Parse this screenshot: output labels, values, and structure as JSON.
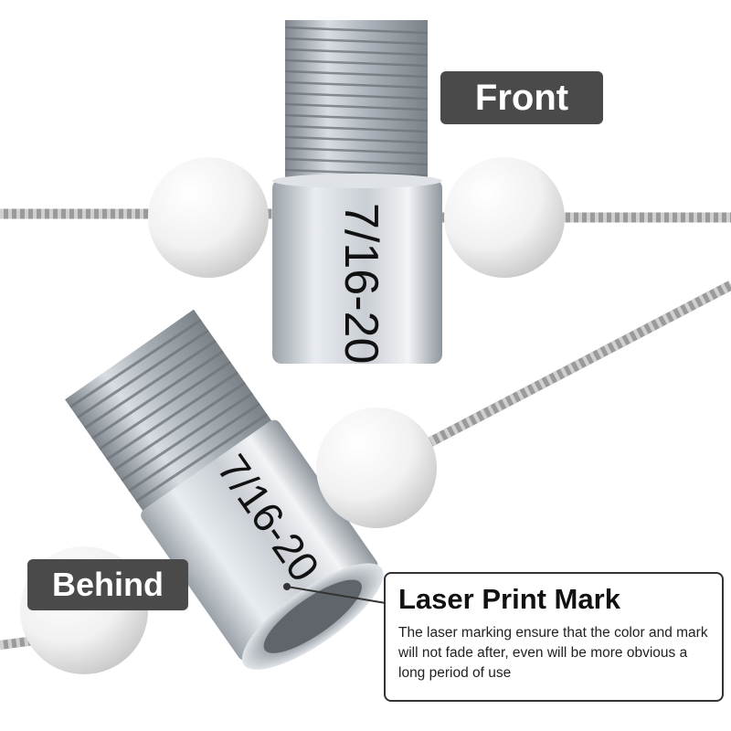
{
  "labels": {
    "front": "Front",
    "behind": "Behind",
    "engraving_front": "7/16-20",
    "engraving_behind": "7/16-20"
  },
  "callout": {
    "title": "Laser Print Mark",
    "body": "The laser marking ensure that the color and mark will not fade after, even will be more obvious a long period of use"
  },
  "colors": {
    "tag_background": "#4a4a4a",
    "tag_text": "#ffffff",
    "metal_light": "#e6eaef",
    "metal_dark": "#8d949c",
    "ball": "#f4f4f4",
    "wire": "#9a9a9a"
  }
}
